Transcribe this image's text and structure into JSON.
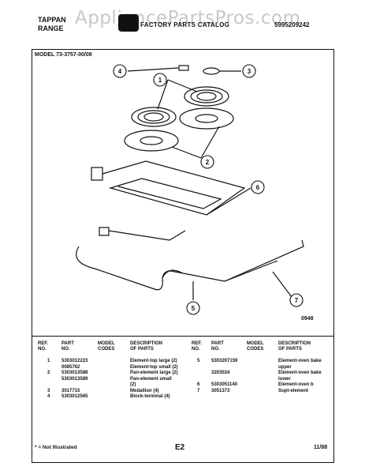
{
  "header": {
    "brand_line1": "TAPPAN",
    "brand_line2": "RANGE",
    "catalog_title": "FACTORY PARTS CATALOG",
    "part_code": "5995209242",
    "watermark": "AppliancePartsPros.com"
  },
  "model": "MODEL 73-3757-00/08",
  "diagram": {
    "code": "0948",
    "callouts": [
      "1",
      "2",
      "3",
      "4",
      "5",
      "6",
      "7"
    ]
  },
  "table": {
    "headers": {
      "ref": [
        "REF.",
        "NO."
      ],
      "part": [
        "PART",
        "NO."
      ],
      "model": [
        "MODEL",
        "CODES"
      ],
      "desc": [
        "DESCRIPTION",
        "OF PARTS"
      ]
    },
    "left_rows": [
      {
        "ref": "1",
        "part": "5303012223",
        "model": "",
        "desc": "Element-top large (2)"
      },
      {
        "ref": "",
        "part": "0085762",
        "model": "",
        "desc": "Element-top small (2)"
      },
      {
        "ref": "2",
        "part": "5303013588",
        "model": "",
        "desc": "Pan-element large (2)"
      },
      {
        "ref": "",
        "part": "5303013589",
        "model": "",
        "desc": "Pan-element small"
      },
      {
        "ref": "",
        "part": "",
        "model": "",
        "desc": "(2)"
      },
      {
        "ref": "3",
        "part": "3017715",
        "model": "",
        "desc": "Medallion (4)"
      },
      {
        "ref": "4",
        "part": "5303012565",
        "model": "",
        "desc": "Block-terminal (4)"
      }
    ],
    "right_rows": [
      {
        "ref": "5",
        "part": "5303207159",
        "model": "",
        "desc": "Element-oven bake"
      },
      {
        "ref": "",
        "part": "",
        "model": "",
        "desc": "upper"
      },
      {
        "ref": "",
        "part": "3203534",
        "model": "",
        "desc": "Element-oven bake"
      },
      {
        "ref": "",
        "part": "",
        "model": "",
        "desc": "lower"
      },
      {
        "ref": "6",
        "part": "5303051140",
        "model": "",
        "desc": "Element-oven b"
      },
      {
        "ref": "7",
        "part": "3051373",
        "model": "",
        "desc": "Supt-element"
      }
    ]
  },
  "footer": {
    "note": "* = Not Illustrated",
    "page": "E2",
    "date": "11/88"
  }
}
